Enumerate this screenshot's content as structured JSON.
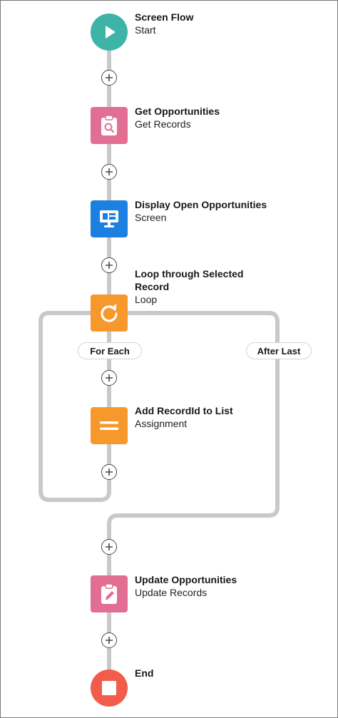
{
  "nodes": [
    {
      "id": "start",
      "title": "Screen Flow",
      "subtitle": "Start",
      "color": "#3eb3a7",
      "icon": "play-icon"
    },
    {
      "id": "get-opps",
      "title": "Get Opportunities",
      "subtitle": "Get Records",
      "color": "#e36e93",
      "icon": "clipboard-search-icon"
    },
    {
      "id": "display",
      "title": "Display Open Opportunities",
      "subtitle": "Screen",
      "color": "#1b80e0",
      "icon": "screen-icon"
    },
    {
      "id": "loop",
      "title": "Loop through Selected Record",
      "subtitle": "Loop",
      "color": "#f7982d",
      "icon": "loop-icon"
    },
    {
      "id": "assign",
      "title": "Add RecordId to List",
      "subtitle": "Assignment",
      "color": "#f7982d",
      "icon": "equals-icon"
    },
    {
      "id": "update",
      "title": "Update Opportunities",
      "subtitle": "Update Records",
      "color": "#e36e93",
      "icon": "clipboard-edit-icon"
    },
    {
      "id": "end",
      "title": "End",
      "subtitle": "",
      "color": "#f25c4a",
      "icon": "stop-icon"
    }
  ],
  "paths": {
    "for_each": "For Each",
    "after_last": "After Last"
  },
  "colors": {
    "connector": "#c9c9c9",
    "add_button_border": "#4a4a4a"
  }
}
